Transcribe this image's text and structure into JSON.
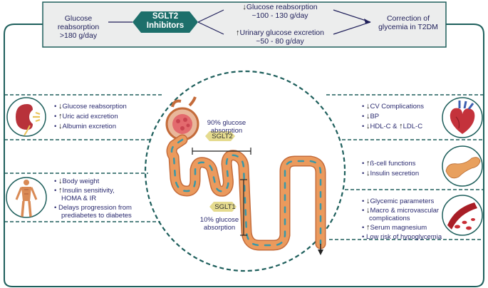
{
  "header": {
    "left": {
      "line1": "Glucose reabsorption",
      "line2": ">180 g/day"
    },
    "badge": {
      "line1": "SGLT2",
      "line2": "Inhibitors"
    },
    "upper": {
      "arrow": "↓",
      "line1": "Glucose reabsorption",
      "line2": "~100 - 130 g/day"
    },
    "lower": {
      "arrow": "↑",
      "line1": "Urinary glucose excretion",
      "line2": "~50 - 80 g/day"
    },
    "right": {
      "line1": "Correction of",
      "line2": "glycemia in T2DM"
    }
  },
  "kidney_panel": {
    "items": [
      {
        "bullet": "•",
        "arrow": "↓",
        "text": "Glucose reabsorption"
      },
      {
        "bullet": "•",
        "arrow": "↑",
        "text": "Uric acid excretion"
      },
      {
        "bullet": "•",
        "arrow": "↓",
        "text": "Albumin excretion"
      }
    ]
  },
  "body_panel": {
    "items": [
      {
        "bullet": "•",
        "arrow": "↓",
        "text": "Body weight"
      },
      {
        "bullet": "•",
        "arrow": "↑",
        "text": "Insulin sensitivity,",
        "text2": "HOMA & IR"
      },
      {
        "bullet": "•",
        "arrow": "",
        "text": "Delays progression from",
        "text2": "prediabetes to diabetes"
      }
    ]
  },
  "heart_panel": {
    "items": [
      {
        "bullet": "•",
        "arrow": "↓",
        "text": "CV Complications"
      },
      {
        "bullet": "•",
        "arrow": "↓",
        "text": "BP"
      },
      {
        "bullet": "•",
        "arrow": "↓",
        "text": "HDL-C & ",
        "arrow2": "↑",
        "text2": "LDL-C"
      }
    ]
  },
  "pancreas_panel": {
    "items": [
      {
        "bullet": "•",
        "arrow": "↑",
        "text": "ß-cell functions"
      },
      {
        "bullet": "•",
        "arrow": "↓",
        "text": "Insulin secretion"
      }
    ]
  },
  "blood_panel": {
    "items": [
      {
        "bullet": "•",
        "arrow": "↓",
        "text": "Glycemic parameters"
      },
      {
        "bullet": "•",
        "arrow": "↓",
        "text": "Macro & microvascular",
        "text2": "complications"
      },
      {
        "bullet": "•",
        "arrow": "↑",
        "text": "Serum magnesium"
      },
      {
        "bullet": "•",
        "arrow": "",
        "text": "Low risk of hypoglycemia"
      }
    ]
  },
  "nephron": {
    "sglt2_label": "SGLT2",
    "sglt2_caption_line1": "90% glucose",
    "sglt2_caption_line2": "absorption",
    "sglt1_label": "SGLT1",
    "sglt1_caption_line1": "10% glucose",
    "sglt1_caption_line2": "absorption"
  },
  "colors": {
    "frame": "#1e5f5c",
    "badge": "#1d6f6b",
    "header_bg": "#eceded",
    "tubule": "#e8924e",
    "glucose_label": "#e5db8f",
    "text": "#2b2b70"
  }
}
